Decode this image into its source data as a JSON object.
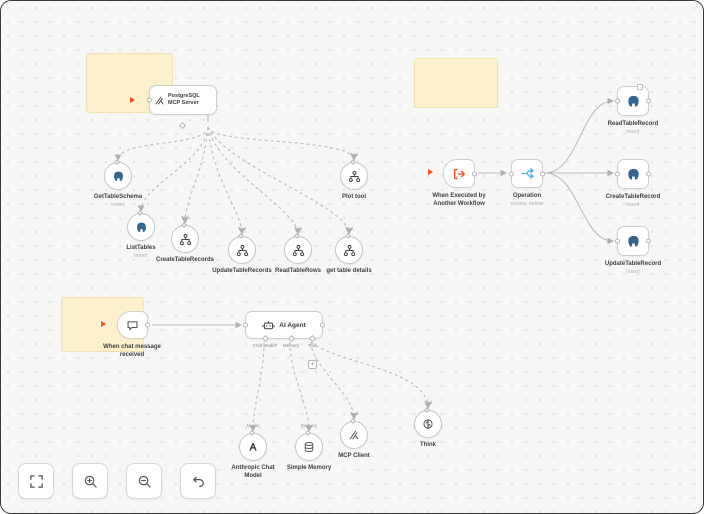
{
  "nodes": {
    "mcp_server": {
      "title": "PostgreSQL MCP Server"
    },
    "when_executed": {
      "title": "When Executed by Another Workflow"
    },
    "operation": {
      "title": "Operation",
      "subtitle": "create, delete"
    },
    "read_table_record": {
      "title": "ReadTableRecord",
      "subtitle": "insert"
    },
    "create_table_record": {
      "title": "CreateTableRecord",
      "subtitle": "insert"
    },
    "update_table_record": {
      "title": "UpdateTableRecord",
      "subtitle": "insert"
    },
    "when_chat": {
      "title": "When chat message received"
    },
    "ai_agent": {
      "title": "AI Agent",
      "ports": {
        "chat_model": "Chat Model*",
        "memory": "Memory",
        "tool": "Tool"
      },
      "add_label": "+"
    }
  },
  "tools": [
    {
      "label": "GetTableSchema",
      "sub": "insert",
      "endpoint": ""
    },
    {
      "label": "ListTables",
      "sub": "insert",
      "endpoint": ""
    },
    {
      "label": "CreateTableRecords",
      "sub": "",
      "endpoint": "Tool"
    },
    {
      "label": "UpdateTableRecords",
      "sub": "",
      "endpoint": "Tool"
    },
    {
      "label": "ReadTableRows",
      "sub": "",
      "endpoint": "Tool"
    },
    {
      "label": "get table details",
      "sub": "",
      "endpoint": "Tool"
    },
    {
      "label": "Plot tool",
      "sub": "",
      "endpoint": "Tool"
    },
    {
      "label": "Anthropic Chat Model",
      "sub": "",
      "endpoint": "Model"
    },
    {
      "label": "Simple Memory",
      "sub": "",
      "endpoint": "Memory"
    },
    {
      "label": "MCP Client",
      "sub": "",
      "endpoint": "Tool"
    },
    {
      "label": "Think",
      "sub": "",
      "endpoint": "Tool"
    }
  ],
  "icons": {
    "postgres": "postgres-elephant-icon",
    "mcp": "mcp-logo-icon",
    "workflow": "workflow-graph-icon",
    "controls": [
      "fit-view-icon",
      "zoom-in-icon",
      "zoom-out-icon",
      "undo-icon"
    ]
  },
  "colors": {
    "postgres_blue": "#336791",
    "trigger_red": "#ff4b1f",
    "switch_blue": "#54b1e3",
    "sticky_yellow": "#fdf0cc",
    "wire_gray": "#bcbcbc"
  }
}
